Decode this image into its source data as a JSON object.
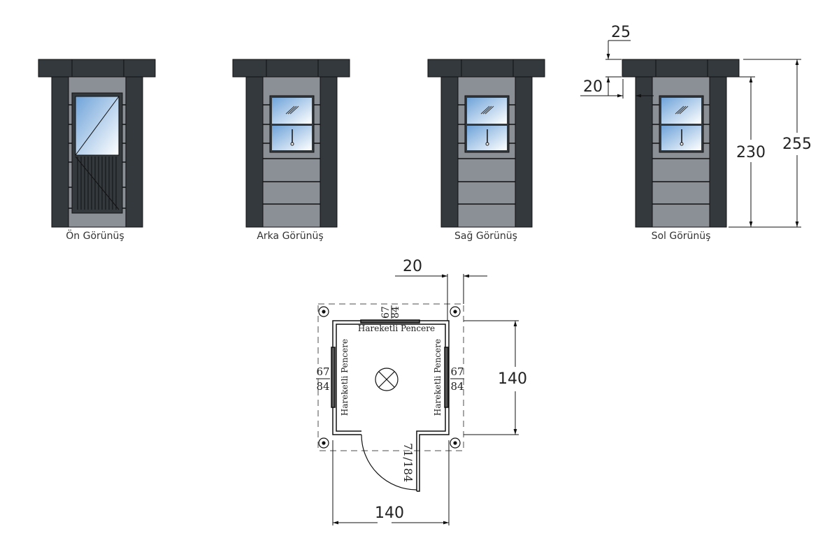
{
  "views": [
    {
      "label": "Ön Görünüş",
      "type": "door"
    },
    {
      "label": "Arka Görünüş",
      "type": "window"
    },
    {
      "label": "Sağ Görünüş",
      "type": "window"
    },
    {
      "label": "Sol Görünüş",
      "type": "window"
    }
  ],
  "elevation_dims": {
    "roof_thickness": "25",
    "overhang": "20",
    "body_height": "230",
    "total_height": "255"
  },
  "plan": {
    "window_label": "Hareketli Pencere",
    "window_size_top": "67",
    "window_size_bottom": "84",
    "door_size": "71/184",
    "width": "140",
    "depth": "140",
    "column_offset": "20"
  },
  "colors": {
    "dark": "#34393d",
    "mid": "#8b9096",
    "glass_top": "#6fa3d9",
    "glass_bottom": "#ffffff",
    "line": "#111111"
  }
}
